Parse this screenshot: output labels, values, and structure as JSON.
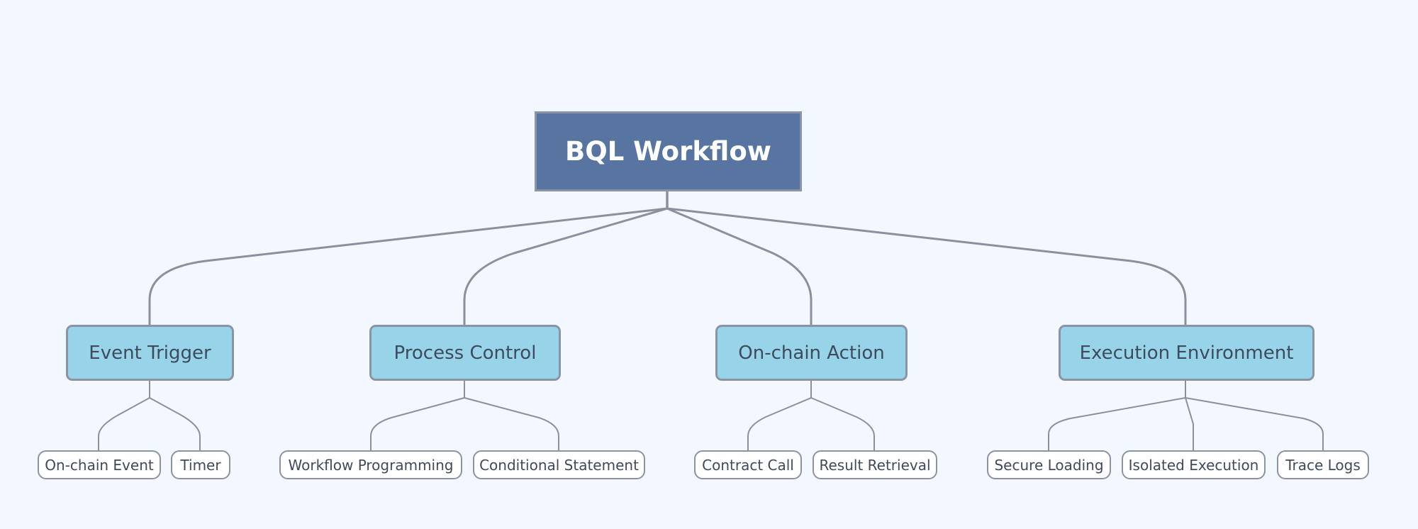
{
  "colors": {
    "background": "#f3f8fe",
    "root_fill": "#5874a0",
    "topic_fill": "#97d4e9",
    "subtopic_fill": "#ffffff",
    "border": "#8a94a6",
    "connector": "#8a919d",
    "topic_text": "#3f4a5c"
  },
  "root": {
    "label": "BQL Workflow"
  },
  "branches": [
    {
      "label": "Event Trigger",
      "children": [
        {
          "label": "On-chain Event"
        },
        {
          "label": "Timer"
        }
      ]
    },
    {
      "label": "Process Control",
      "children": [
        {
          "label": "Workflow Programming"
        },
        {
          "label": "Conditional Statement"
        }
      ]
    },
    {
      "label": "On-chain Action",
      "children": [
        {
          "label": "Contract Call"
        },
        {
          "label": "Result Retrieval"
        }
      ]
    },
    {
      "label": "Execution Environment",
      "children": [
        {
          "label": "Secure Loading"
        },
        {
          "label": "Isolated Execution"
        },
        {
          "label": "Trace Logs"
        }
      ]
    }
  ]
}
